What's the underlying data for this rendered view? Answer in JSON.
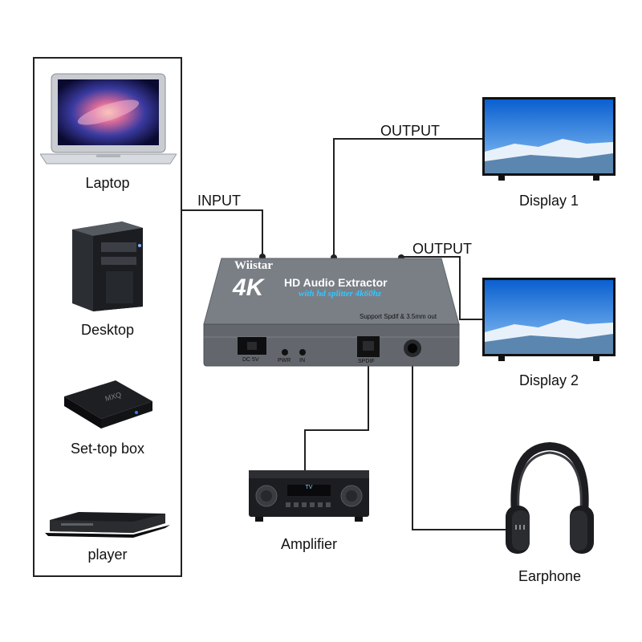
{
  "sources": [
    {
      "label": "Laptop",
      "icon": "laptop-icon"
    },
    {
      "label": "Desktop",
      "icon": "desktop-tower-icon"
    },
    {
      "label": "Set-top box",
      "icon": "set-top-box-icon"
    },
    {
      "label": "player",
      "icon": "media-player-icon"
    }
  ],
  "connections": {
    "input_label": "INPUT",
    "output1_label": "OUTPUT",
    "output2_label": "OUTPUT"
  },
  "device": {
    "brand": "Wiistar",
    "resolution": "4K",
    "title": "HD Audio Extractor",
    "subtitle": "with hd splitter 4k60hz",
    "support_text": "Support Spdif & 3.5mm out",
    "port_dc": "DC 5V",
    "port_pwr": "PWR",
    "port_in": "IN",
    "port_spdif": "SPDIF",
    "body_color": "#6f747a"
  },
  "outputs": [
    {
      "label": "Display 1",
      "icon": "tv-display-icon"
    },
    {
      "label": "Display 2",
      "icon": "tv-display-icon"
    }
  ],
  "audio": [
    {
      "label": "Amplifier",
      "icon": "amplifier-icon"
    },
    {
      "label": "Earphone",
      "icon": "headphones-icon"
    }
  ],
  "amplifier": {
    "display_text": "TV"
  }
}
